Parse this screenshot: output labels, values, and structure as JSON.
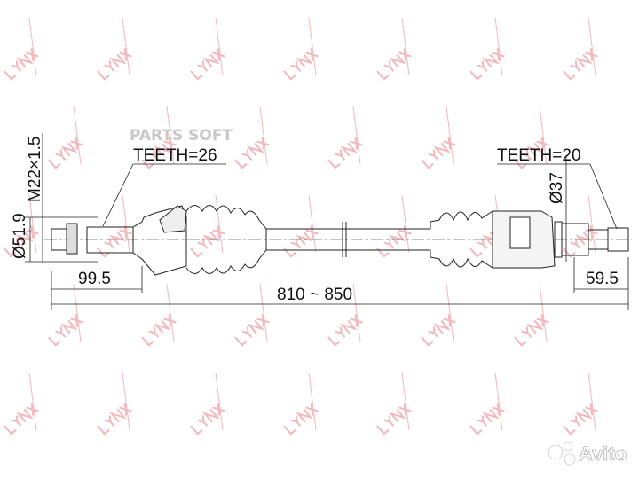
{
  "watermark": {
    "text": "LYNX",
    "color": "#f2b8bc"
  },
  "overlay_brand": "PARTS SOFT",
  "labels": {
    "thread": "M22×1.5",
    "left_diameter": "Ø51.9",
    "left_teeth": "TEETH=26",
    "left_length": "99.5",
    "total_length": "810 ~ 850",
    "right_teeth": "TEETH=20",
    "right_diameter": "Ø37",
    "right_length": "59.5"
  },
  "corner_logo": "Avito"
}
